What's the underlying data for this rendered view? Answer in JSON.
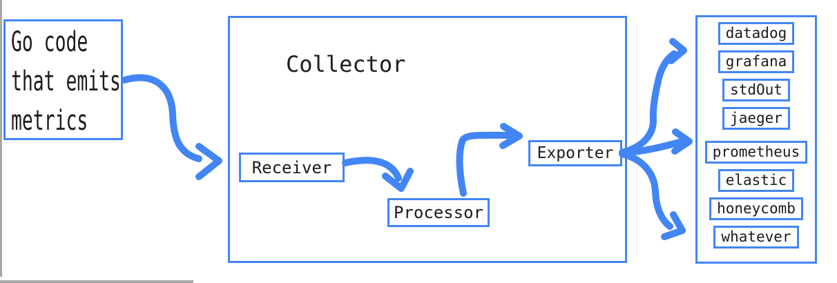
{
  "diagram": {
    "source_box": {
      "lines": [
        "Go code",
        "that emits",
        "metrics"
      ]
    },
    "collector": {
      "label": "Collector",
      "stages": {
        "receiver": "Receiver",
        "processor": "Processor",
        "exporter": "Exporter"
      }
    },
    "sinks": {
      "items": [
        "datadog",
        "grafana",
        "stdOut",
        "jaeger",
        "prometheus",
        "elastic",
        "honeycomb",
        "whatever"
      ]
    }
  },
  "colors": {
    "accent": "#4285F4",
    "text": "#1b1b1b",
    "frame_gray": "#a8a8a8",
    "background": "#ffffff"
  }
}
